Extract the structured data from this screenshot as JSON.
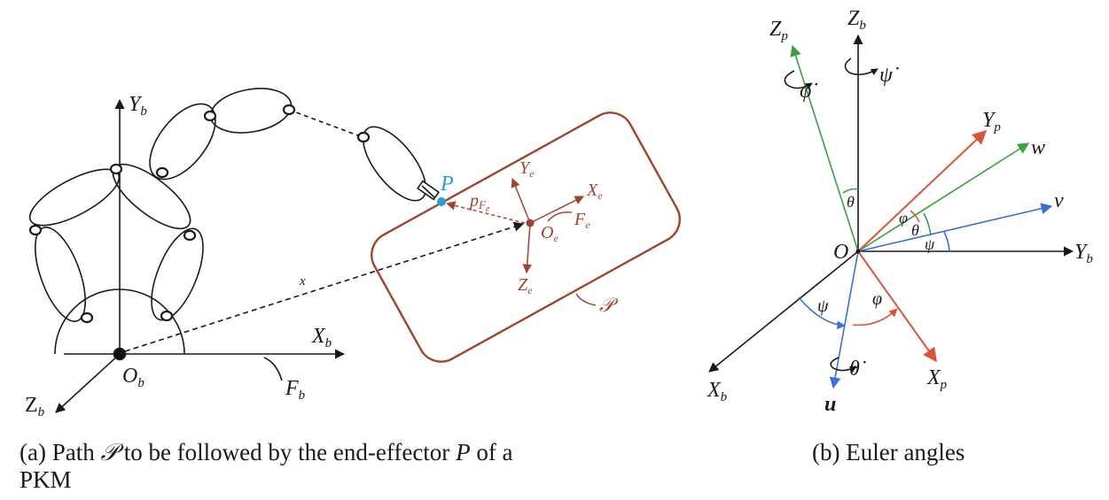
{
  "panel_a": {
    "caption": {
      "prefix": "(a) Path ",
      "path_symbol": "𝒫",
      "middle": " to be followed by the end-effector ",
      "point_symbol": "P",
      "suffix_line1": " of a",
      "line2": "PKM"
    },
    "labels": {
      "Yb": "Y",
      "Yb_sub": "b",
      "Xb": "X",
      "Xb_sub": "b",
      "Zb": "Z",
      "Zb_sub": "b",
      "Ob": "O",
      "Ob_sub": "b",
      "Fb": "F",
      "Fb_sub": "b",
      "x": "x",
      "P": "P",
      "pFe": "p",
      "pFe_sub": "F",
      "pFe_subsub": "e",
      "Ye": "Y",
      "Ye_sub": "e",
      "Xe": "X",
      "Xe_sub": "e",
      "Ze": "Z",
      "Ze_sub": "e",
      "Oe": "O",
      "Oe_sub": "e",
      "Fe": "F",
      "Fe_sub": "e",
      "path": "𝒫"
    },
    "colors": {
      "ink": "#1a1a1a",
      "path": "#a0442e",
      "point": "#2a9bd6"
    }
  },
  "panel_b": {
    "caption": "(b) Euler angles",
    "labels": {
      "Zp": "Z",
      "Zp_sub": "p",
      "Zb": "Z",
      "Zb_sub": "b",
      "phi_dot": "φ̇",
      "psi_dot": "ψ̇",
      "Yp": "Y",
      "Yp_sub": "p",
      "w": "w",
      "v": "v",
      "theta1": "θ",
      "phi": "φ",
      "theta2": "θ",
      "psi": "ψ",
      "O": "O",
      "Yb": "Y",
      "Yb_sub": "b",
      "psi2": "ψ",
      "phi2": "φ",
      "theta_dot": "θ̇",
      "Xb": "X",
      "Xb_sub": "b",
      "u": "u",
      "Xp": "X",
      "Xp_sub": "p"
    },
    "colors": {
      "ink": "#1a1a1a",
      "green": "#3aa040",
      "red": "#d9553a",
      "blue": "#3a6ed8"
    }
  }
}
